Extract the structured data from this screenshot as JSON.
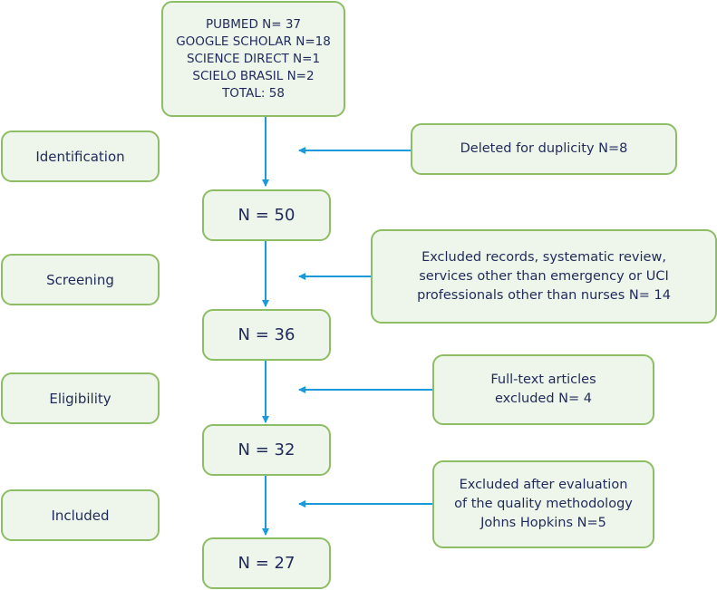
{
  "sources": {
    "lines": [
      "PUBMED N= 37",
      "GOOGLE SCHOLAR N=18",
      "SCIENCE DIRECT N=1",
      "SCIELO BRASIL N=2",
      "TOTAL: 58"
    ]
  },
  "stages": [
    {
      "label": "Identification"
    },
    {
      "label": "Screening"
    },
    {
      "label": "Eligibility"
    },
    {
      "label": "Included"
    }
  ],
  "counts": [
    {
      "label": "N = 50"
    },
    {
      "label": "N = 36"
    },
    {
      "label": "N = 32"
    },
    {
      "label": "N = 27"
    }
  ],
  "exclusions": [
    {
      "lines": [
        "Deleted for duplicity N=8"
      ]
    },
    {
      "lines": [
        "Excluded records, systematic review,",
        "services other than emergency or UCI",
        "professionals other than nurses N= 14"
      ]
    },
    {
      "lines": [
        "Full-text articles",
        "excluded N= 4"
      ]
    },
    {
      "lines": [
        "Excluded after evaluation",
        "of the quality methodology",
        "Johns Hopkins N=5"
      ]
    }
  ],
  "colors": {
    "box_fill": "#eef5ea",
    "box_border": "#8dbd64",
    "arrow": "#1a9ad9",
    "text": "#1f2a5a"
  }
}
